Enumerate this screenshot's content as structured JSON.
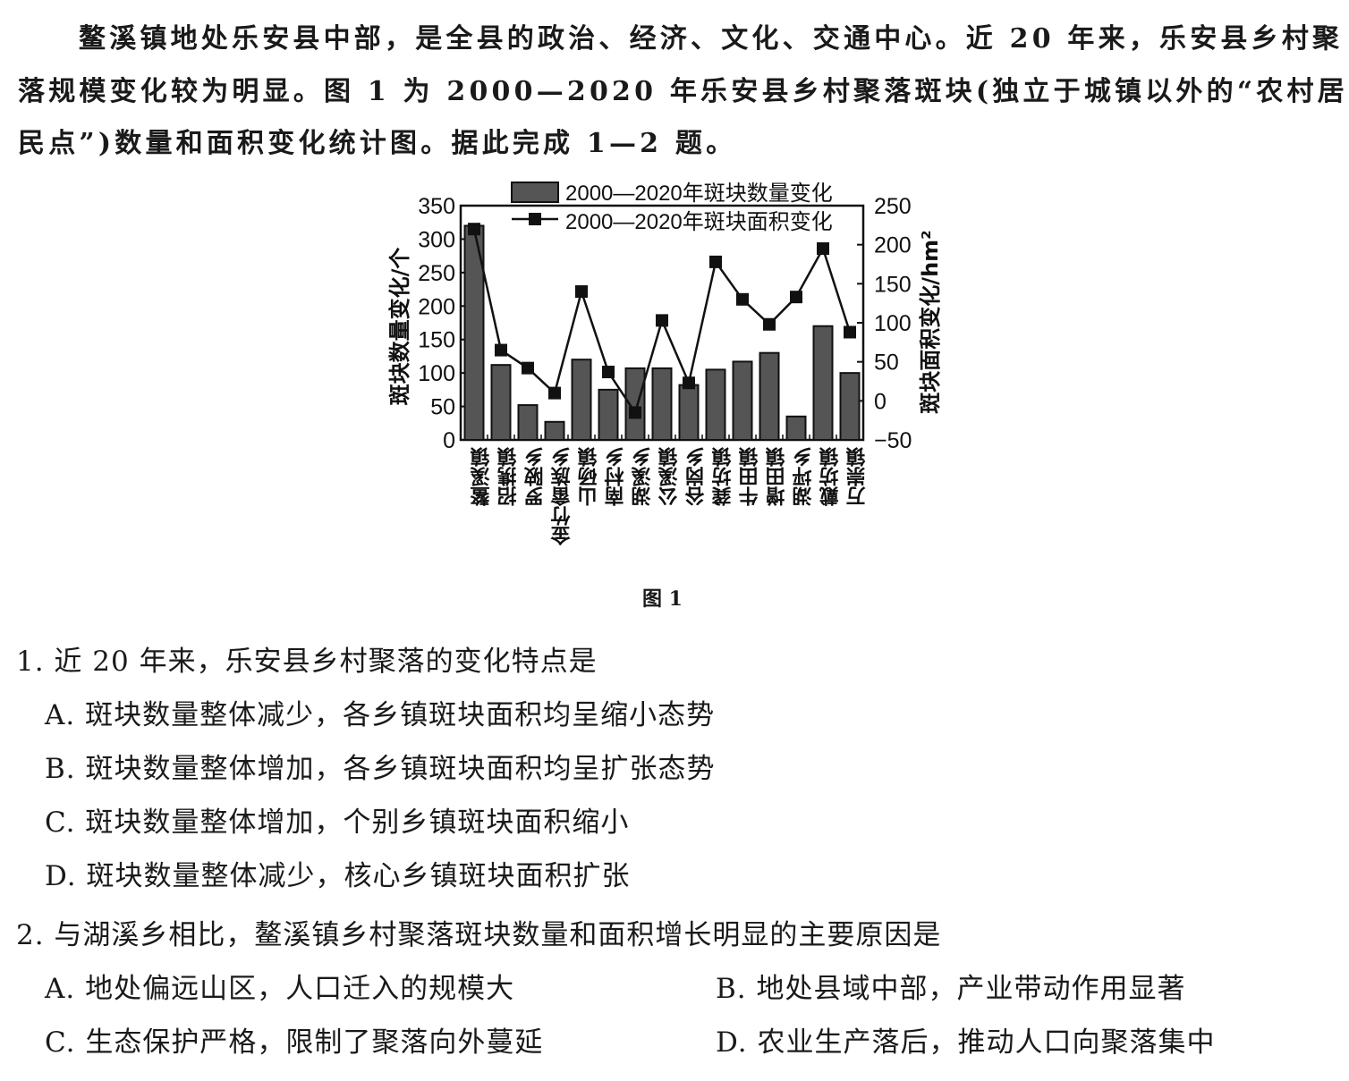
{
  "intro": {
    "lines": [
      "鳌溪镇地处乐安县中部，是全县的政治、经济、文化、交通中心。近 20 年来，乐安县乡村聚",
      "落规模变化较为明显。图 1 为 2000—2020 年乐安县乡村聚落斑块(独立于城镇以外的“农村居",
      "民点”)数量和面积变化统计图。据此完成 1—2 题。"
    ]
  },
  "figure_caption": "图 1",
  "chart_data": {
    "type": "bar+line",
    "categories": [
      "鳌溪镇",
      "招携镇",
      "罗陂乡",
      "金竹畲族乡",
      "山砀镇",
      "南村乡",
      "湖溪乡",
      "公溪镇",
      "谷岗乡",
      "龚坊镇",
      "牛田镇",
      "增田镇",
      "湖坪乡",
      "戴坊镇",
      "万崇镇"
    ],
    "series": [
      {
        "name": "2000—2020年斑块数量变化",
        "type": "bar",
        "axis": "left",
        "values": [
          320,
          112,
          52,
          27,
          120,
          75,
          107,
          107,
          82,
          105,
          117,
          130,
          35,
          170,
          100
        ]
      },
      {
        "name": "2000—2020年斑块面积变化",
        "type": "line",
        "axis": "right",
        "values": [
          220,
          65,
          42,
          10,
          140,
          37,
          -15,
          103,
          23,
          178,
          130,
          98,
          133,
          195,
          88
        ]
      }
    ],
    "ylabel": "斑块数量变化/个",
    "ylabel_right": "斑块面积变化/hm²",
    "ylim": [
      0,
      350
    ],
    "ylim_right": [
      -50,
      250
    ],
    "yticks": [
      0,
      50,
      100,
      150,
      200,
      250,
      300,
      350
    ],
    "yticks_right": [
      -50,
      0,
      50,
      100,
      150,
      200,
      250
    ],
    "legend": "top",
    "grid": false,
    "colors": {
      "bar": "#555555",
      "line": "#111111"
    }
  },
  "questions": [
    {
      "stem": "1. 近 20 年来，乐安县乡村聚落的变化特点是",
      "options": [
        "A. 斑块数量整体减少，各乡镇斑块面积均呈缩小态势",
        "B. 斑块数量整体增加，各乡镇斑块面积均呈扩张态势",
        "C. 斑块数量整体增加，个别乡镇斑块面积缩小",
        "D. 斑块数量整体减少，核心乡镇斑块面积扩张"
      ]
    },
    {
      "stem": "2. 与湖溪乡相比，鳌溪镇乡村聚落斑块数量和面积增长明显的主要原因是",
      "options": [
        "A. 地处偏远山区，人口迁入的规模大",
        "B. 地处县域中部，产业带动作用显著",
        "C. 生态保护严格，限制了聚落向外蔓延",
        "D. 农业生产落后，推动人口向聚落集中"
      ]
    }
  ]
}
